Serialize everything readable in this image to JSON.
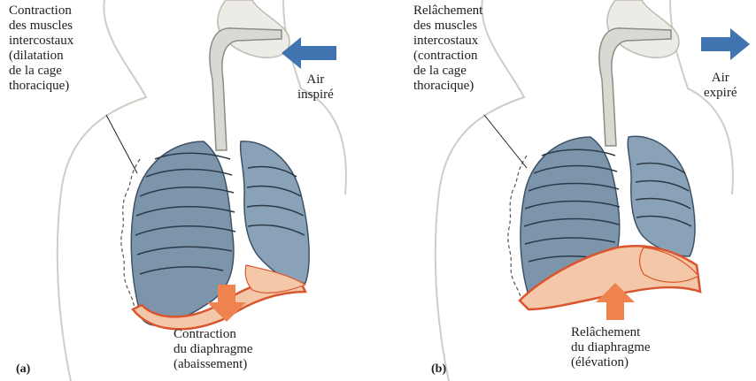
{
  "panels": {
    "a": {
      "letter": "(a)",
      "muscle_label": "Contraction\ndes muscles\nintercostaux\n(dilatation\nde la cage\nthoracique)",
      "air_label": "Air\ninspiré",
      "air_direction": "inward",
      "diaphragm_label": "Contraction\ndu diaphragme\n(abaissement)",
      "diaphragm_arrow": "down"
    },
    "b": {
      "letter": "(b)",
      "muscle_label": "Relâchement\ndes muscles\nintercostaux\n(contraction\nde la cage\nthoracique)",
      "air_label": "Air\nexpiré",
      "air_direction": "outward",
      "diaphragm_label": "Relâchement\ndu diaphragme\n(élévation)",
      "diaphragm_arrow": "up"
    }
  },
  "colors": {
    "lung": "#7d95ab",
    "lung_dark": "#4a6176",
    "diaphragm": "#d9552d",
    "diaphragm_fill": "#f4c7a8",
    "diaphragm_arrow": "#ef8350",
    "air_arrow": "#3f74b0",
    "airway": "#d9d9d4",
    "body_outline": "#cfcdc4"
  }
}
